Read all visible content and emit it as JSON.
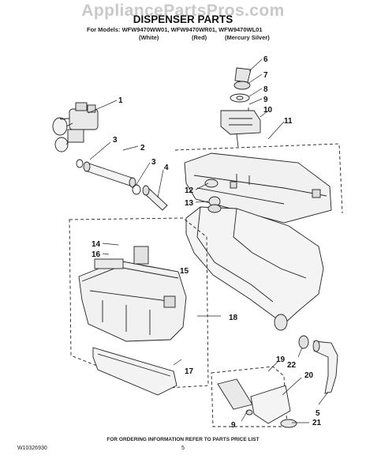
{
  "watermark": "AppliancePartsPros.com",
  "title": "DISPENSER PARTS",
  "models_line": "For Models: WFW9470WW01, WFW9470WR01, WFW9470WL01",
  "colors": [
    "(White)",
    "(Red)",
    "(Mercury Silver)"
  ],
  "callouts": [
    "1",
    "2",
    "3",
    "3",
    "4",
    "5",
    "6",
    "7",
    "8",
    "9",
    "10",
    "11",
    "12",
    "13",
    "14",
    "15",
    "16",
    "17",
    "18",
    "19",
    "20",
    "21",
    "22",
    "9"
  ],
  "footer_note": "FOR ORDERING INFORMATION REFER TO PARTS PRICE LIST",
  "doc_number": "W10326930",
  "page_number": "5"
}
